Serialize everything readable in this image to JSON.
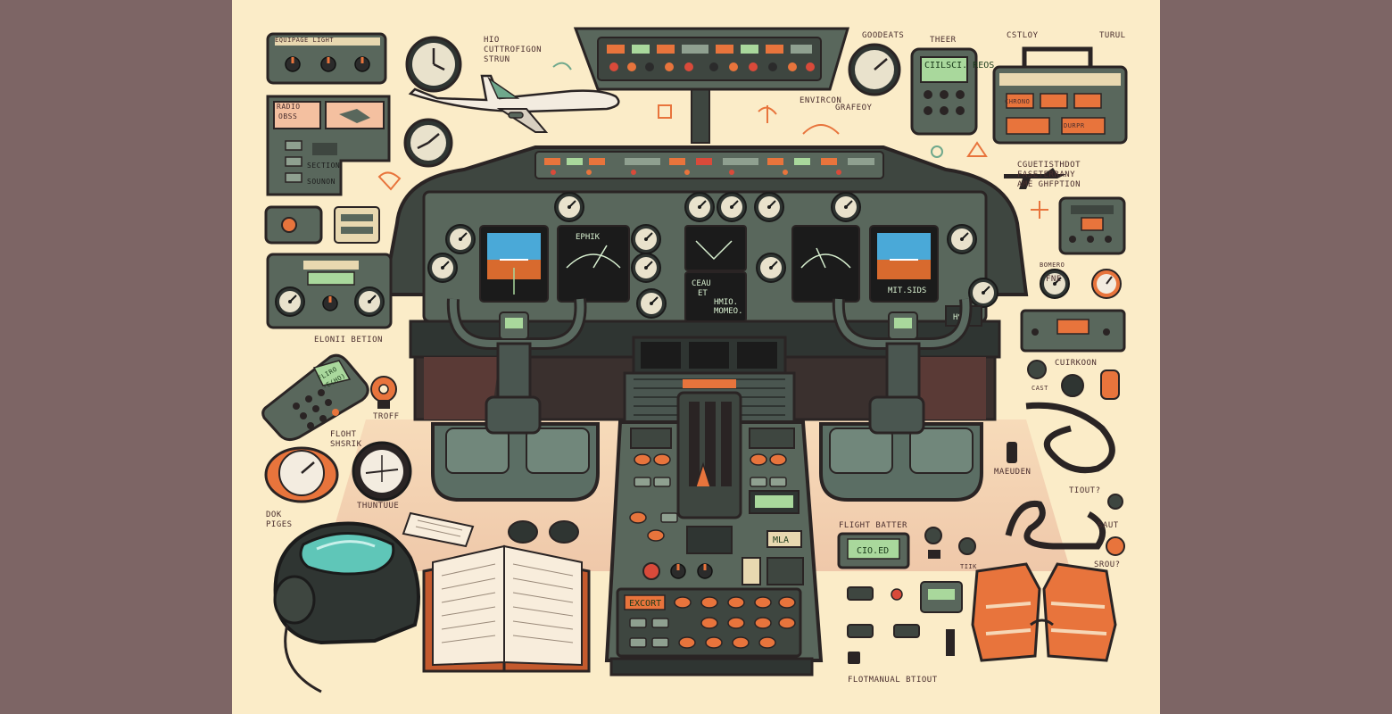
{
  "labels": {
    "top_left_panel": "ÉQUIPAGE LIGHT",
    "radio_tag": "RADIO",
    "radio_sub": "OBSS",
    "station_label": "SECTION",
    "station_sub": "Sounon",
    "comm_header": "HIO\nCUTTROFIGON\nSTRUN",
    "environ": "ENVIRCON",
    "grafeoy": "GRAFEOY",
    "goodeats": "GOODEATS",
    "theer": "THEER",
    "cstloy": "CSTLOY",
    "turul": "TURUL",
    "crew_panel_a": "CHRONO",
    "crew_panel_b": "DURPR",
    "right_list": "CGUETISTHDOT\nFASETERRANY\nAME GHFPTION",
    "bomero": "BOMERO",
    "fne": "FNE",
    "cuirkoon": "CUIRKOON",
    "cast": "CAST",
    "maeuden": "MAEUDEN",
    "tiout": "TIOUT?",
    "saut": "SAUT",
    "srou": "SROU?",
    "elonii_bettion": "ELONII BETION",
    "troff": "TROFF",
    "flight_shsrik": "FLOHT\nSHSRIK",
    "dok_piges": "DOK\nPIGES",
    "thuntuue": "THUNTUUE",
    "flight_batter": "FLIGHT BATTER",
    "tiik": "TIIK",
    "flotmanual": "FLOTMANUAL BTIOUT",
    "mfd_left": "EPHIK",
    "center_screen_line1": "CEAU",
    "center_screen_line2": "ET",
    "center_screen_line3": "HMIO.",
    "center_screen_line4": "MOMEO.",
    "right_pfd_text": "MIT.SIDS",
    "hsi_tag": "HSI",
    "radio_display": "CIILSCI.\nREOS",
    "pedestal_btn_a": "EXCORT",
    "pedestal_btn_b": "MLA",
    "remote_display": "FLIRO\n-E(HO)",
    "batter_display": "CIO.ED"
  },
  "colors": {
    "background": "#fbecc8",
    "frame": "#7d6565",
    "panel": "#59675c",
    "panel_dark": "#3e4640",
    "outline": "#2a2424",
    "accent_orange": "#e8743c",
    "screen_green": "#a9d89c",
    "pfd_sky": "#4aa9d8",
    "pfd_ground": "#d86a2e"
  }
}
